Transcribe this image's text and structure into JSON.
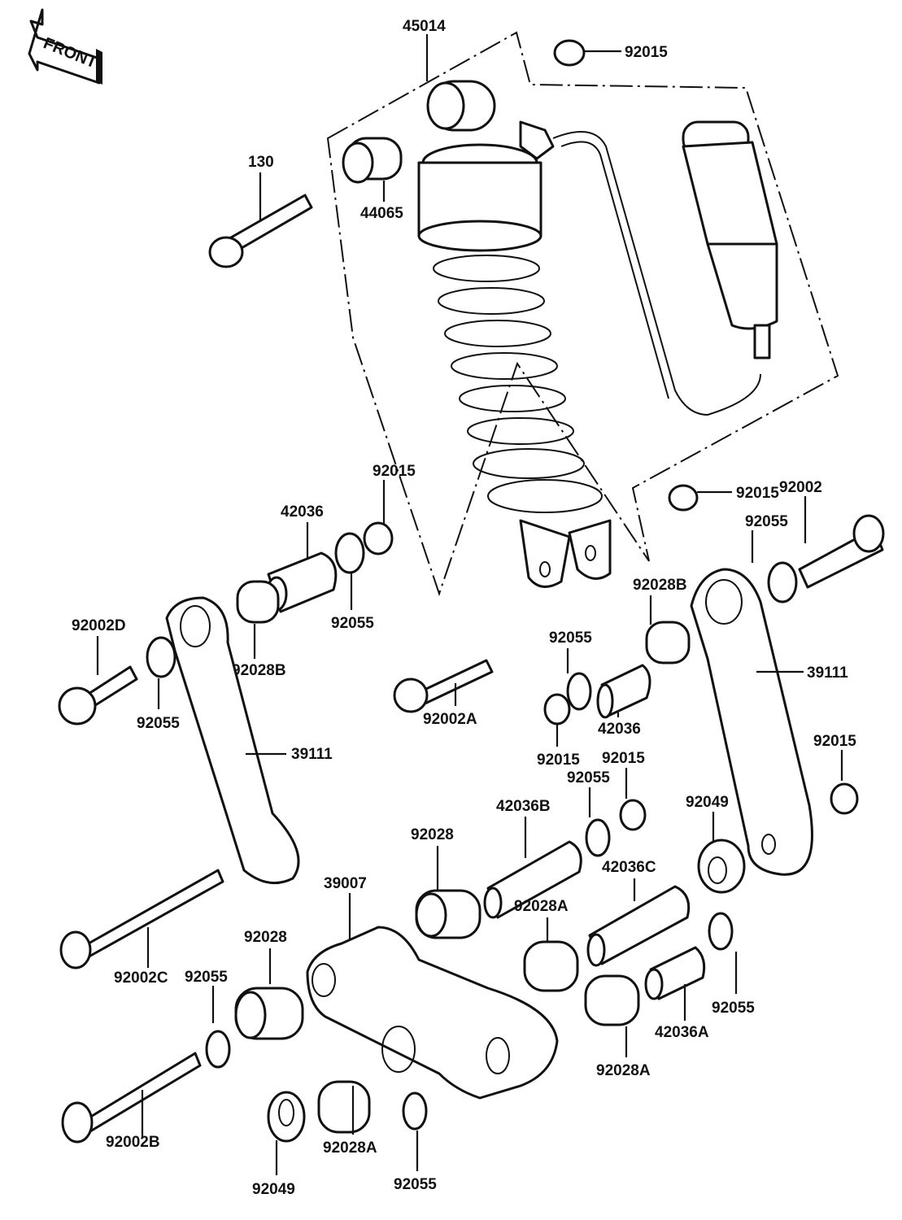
{
  "diagram": {
    "title": "Rear Suspension / Shock Absorber Exploded View",
    "orientation_badge": "FRONT",
    "labels": {
      "shock_assembly": "45014",
      "nut_top": "92015",
      "bolt_130": "130",
      "bushing_44065": "44065",
      "nut_left": "92015",
      "sleeve_left": "42036",
      "washer_left_top": "92055",
      "bearing_left": "92028B",
      "bolt_left_d": "92002D",
      "washer_left": "92055",
      "rod_left": "39111",
      "bolt_mid_a": "92002A",
      "nut_right_top": "92015",
      "bolt_right": "92002",
      "washer_right_top": "92055",
      "bearing_right": "92028B",
      "washer_right_mid": "92055",
      "sleeve_right": "42036",
      "nut_right_small": "92015",
      "rod_right": "39111",
      "nut_right_far": "92015",
      "nut_center": "92015",
      "washer_center": "92055",
      "sleeve_b": "42036B",
      "bearing_center": "92028",
      "seal_right": "92049",
      "lever": "39007",
      "sleeve_c": "42036C",
      "bearing_a_center": "92028A",
      "bolt_long_c": "92002C",
      "washer_lower_left": "92055",
      "bearing_lower_left": "92028",
      "washer_lower_right": "92055",
      "sleeve_a": "42036A",
      "bearing_a_lower_right": "92028A",
      "bolt_long_b": "92002B",
      "seal_lower": "92049",
      "bearing_a_lower": "92028A",
      "washer_bottom": "92055"
    }
  }
}
